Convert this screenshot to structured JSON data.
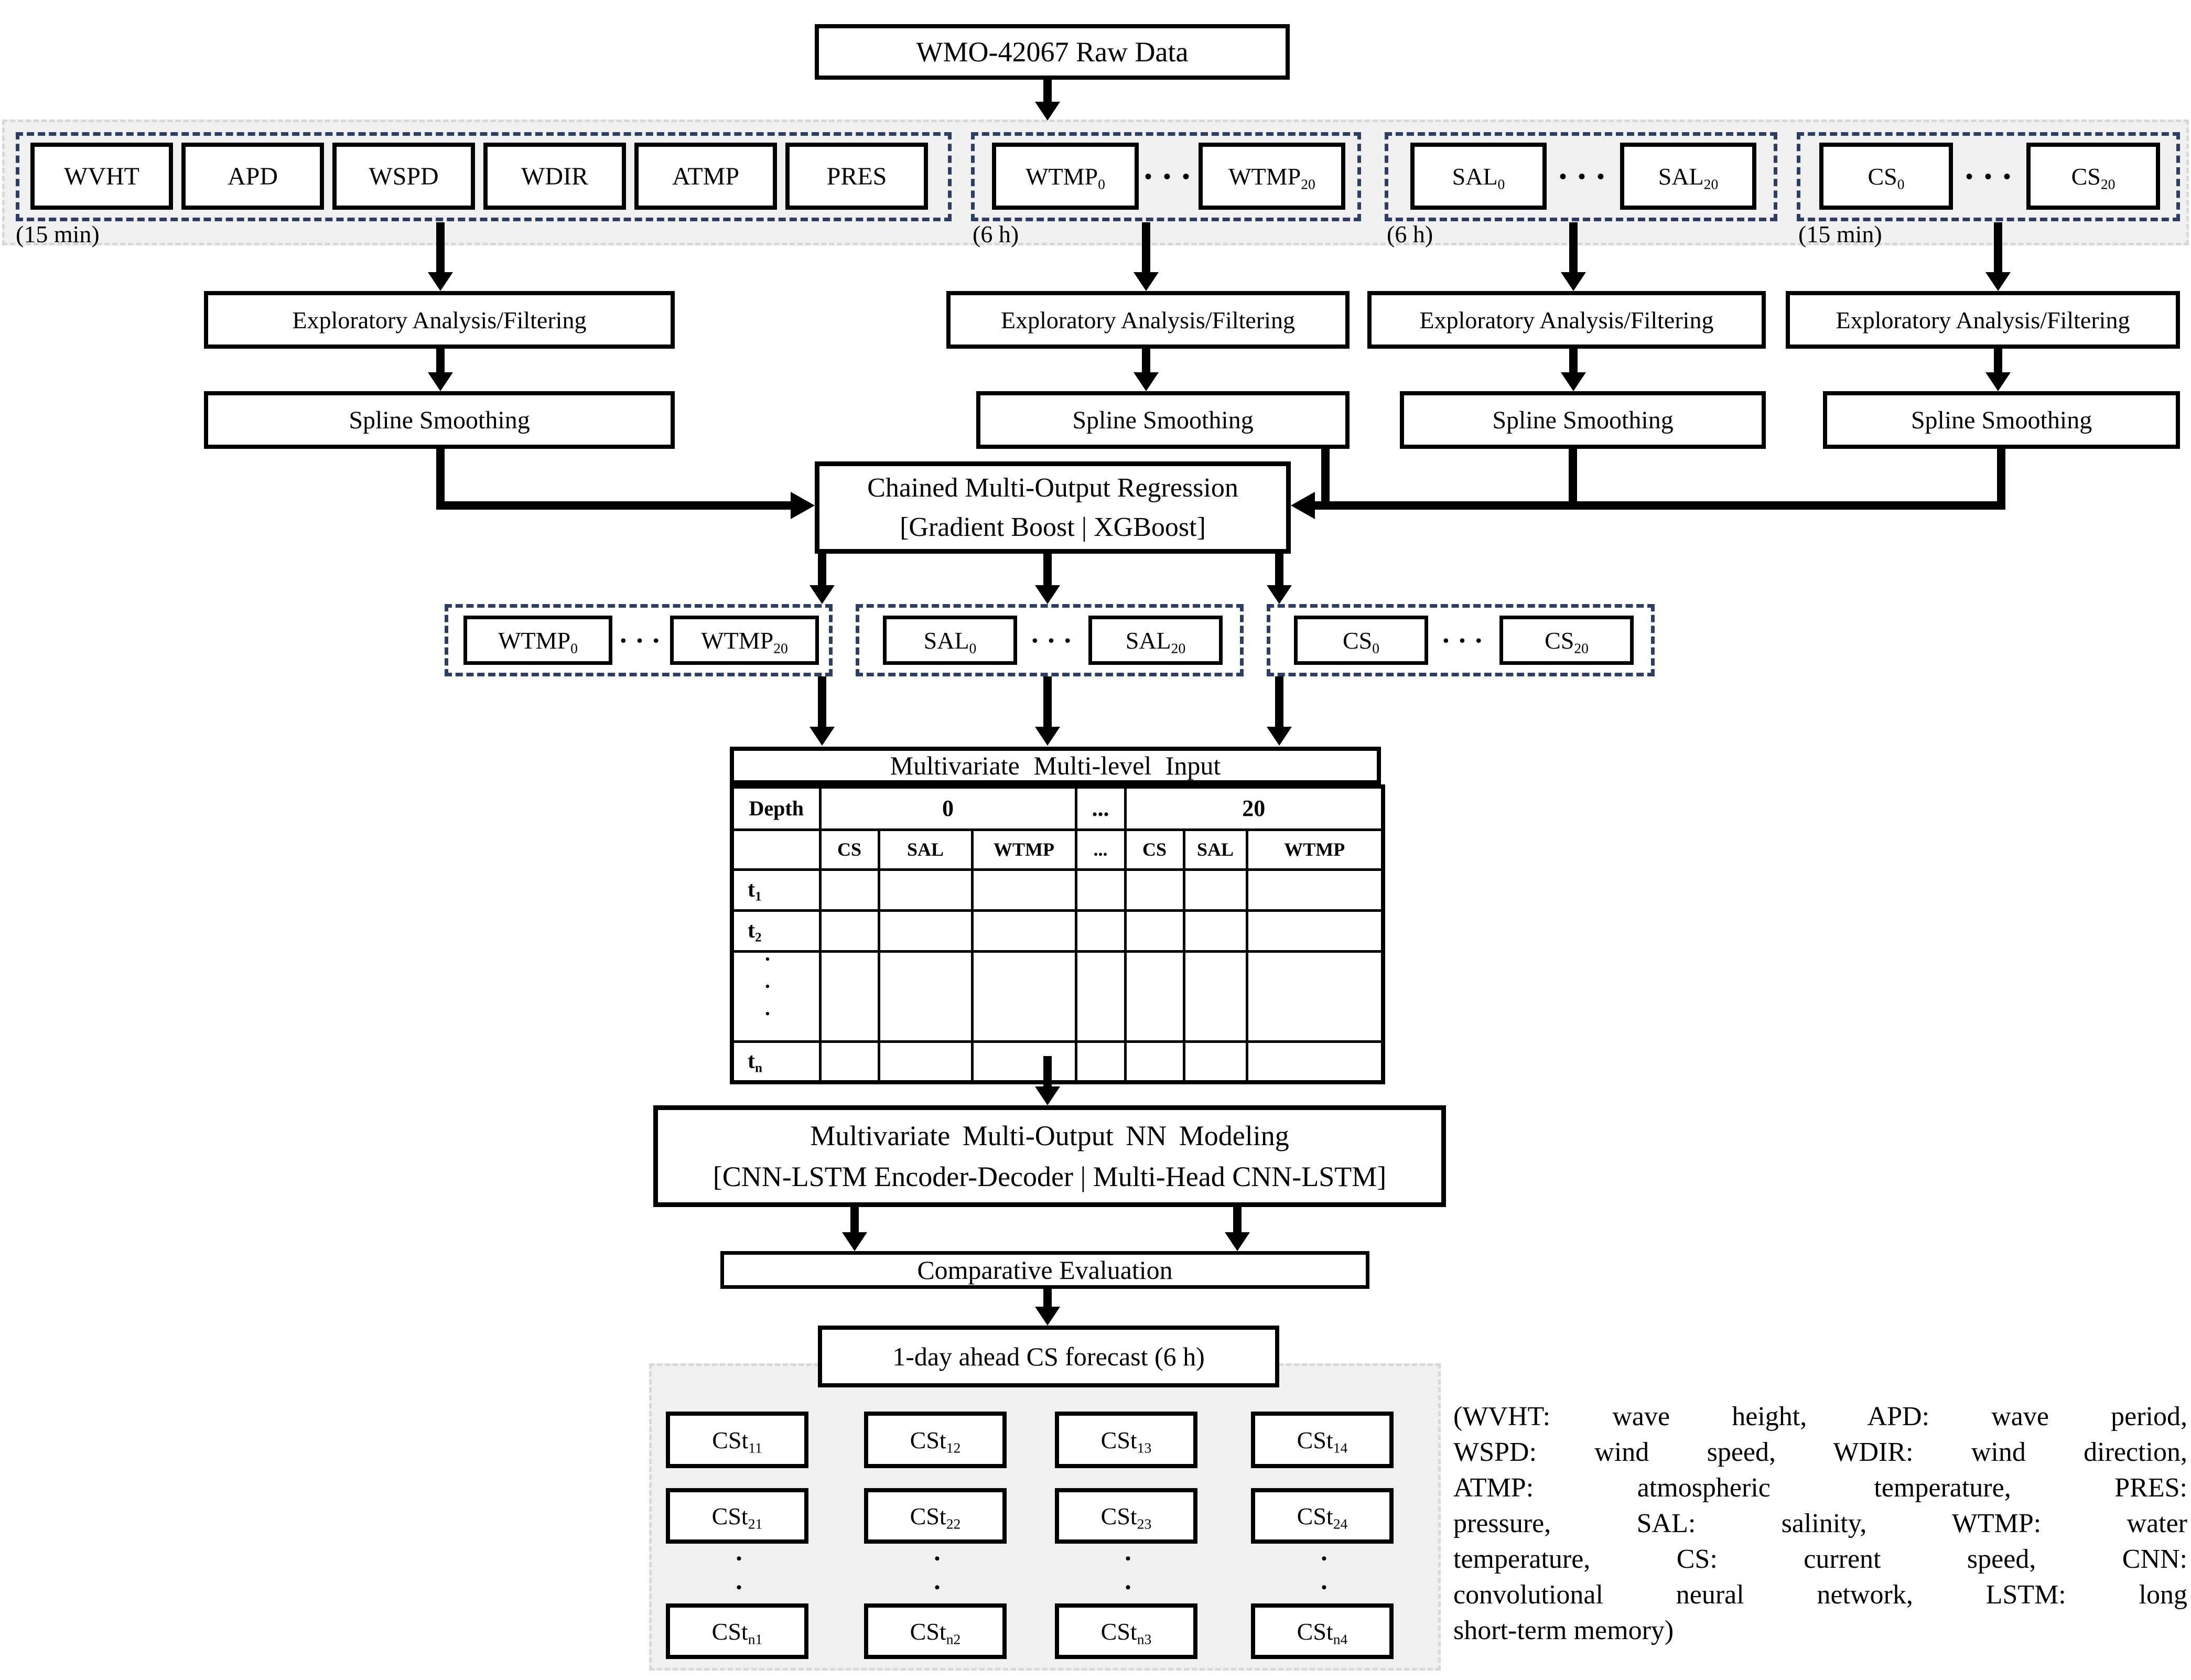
{
  "colors": {
    "ink": "#000000",
    "dashed_border": "#2c3e63",
    "band_bg": "#f0f0f0",
    "band_edge": "#d8d8d8"
  },
  "title_box": {
    "label": "WMO-42067 Raw Data"
  },
  "sources": {
    "dots": "• • •",
    "met": {
      "labels": [
        "WVHT",
        "APD",
        "WSPD",
        "WDIR",
        "ATMP",
        "PRES"
      ],
      "period": "(15 min)"
    },
    "wtmp": {
      "first": {
        "base": "WTMP",
        "sub": "0"
      },
      "last": {
        "base": "WTMP",
        "sub": "20"
      },
      "period": "(6 h)"
    },
    "sal": {
      "first": {
        "base": "SAL",
        "sub": "0"
      },
      "last": {
        "base": "SAL",
        "sub": "20"
      },
      "period": "(6 h)"
    },
    "cs": {
      "first": {
        "base": "CS",
        "sub": "0"
      },
      "last": {
        "base": "CS",
        "sub": "20"
      },
      "period": "(15 min)"
    }
  },
  "process": {
    "exploratory": "Exploratory Analysis/Filtering",
    "spline": "Spline Smoothing"
  },
  "regression": {
    "line1": "Chained Multi-Output Regression",
    "line2": "[Gradient Boost | XGBoost]"
  },
  "regression_outputs": {
    "dots": "• • •",
    "wtmp": {
      "first": {
        "base": "WTMP",
        "sub": "0"
      },
      "last": {
        "base": "WTMP",
        "sub": "20"
      }
    },
    "sal": {
      "first": {
        "base": "SAL",
        "sub": "0"
      },
      "last": {
        "base": "SAL",
        "sub": "20"
      }
    },
    "cs": {
      "first": {
        "base": "CS",
        "sub": "0"
      },
      "last": {
        "base": "CS",
        "sub": "20"
      }
    }
  },
  "input_table": {
    "title": "Multivariate Multi-level Input",
    "depth_header": "Depth",
    "depth_0": "0",
    "depth_dots": "...",
    "depth_20": "20",
    "var_headers": [
      "CS",
      "SAL",
      "WTMP"
    ],
    "var_dots": "...",
    "row_labels": [
      {
        "base": "t",
        "sub": "1"
      },
      {
        "base": "t",
        "sub": "2"
      },
      {
        "base": "t",
        "sub": "n"
      }
    ],
    "row_dots": "•••"
  },
  "nn": {
    "line1": "Multivariate Multi-Output NN Modeling",
    "line2": "[CNN-LSTM Encoder-Decoder | Multi-Head CNN-LSTM]"
  },
  "evaluation": {
    "label": "Comparative Evaluation"
  },
  "forecast": {
    "title": "1-day ahead CS forecast (6 h)",
    "cell_base": "CSt",
    "dots": "••••",
    "rows": [
      [
        "11",
        "12",
        "13",
        "14"
      ],
      [
        "21",
        "22",
        "23",
        "24"
      ],
      [
        "n1",
        "n2",
        "n3",
        "n4"
      ]
    ]
  },
  "legend": {
    "lines": [
      "(WVHT: wave height, APD: wave period,",
      "WSPD: wind speed, WDIR: wind direction,",
      "ATMP: atmospheric temperature, PRES:",
      "pressure, SAL: salinity, WTMP: water",
      "temperature, CS: current speed, CNN:",
      "convolutional neural network, LSTM: long",
      "short-term memory)"
    ]
  }
}
